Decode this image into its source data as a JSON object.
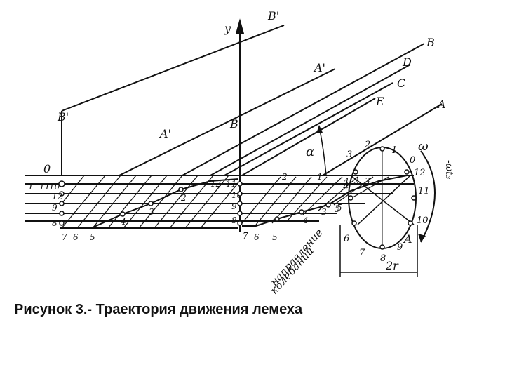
{
  "caption": "Рисунок 3.- Траектория движения лемеха",
  "diagram": {
    "line_labels": {
      "y_axis": "y",
      "b_prime_top": "B'",
      "b_prime_left": "B'",
      "a_prime_mid": "A'",
      "a_prime_low": "A'",
      "b_mid": "B",
      "b_right": "B",
      "d_right": "D",
      "c_right": "C",
      "e_right": "E",
      "a_right": "A",
      "a_circle": "A",
      "alpha": "α",
      "origin": "0",
      "omega": "ω",
      "omega_t": "-ωt₃",
      "two_r": "2r"
    },
    "direction_text": [
      "направление",
      "колебаний"
    ],
    "circle_points": [
      "0",
      "1",
      "2",
      "3",
      "4",
      "5",
      "6",
      "7",
      "8",
      "9",
      "10",
      "11",
      "12"
    ],
    "left_column_points": [
      "1",
      "11",
      "10",
      "12",
      "9",
      "8",
      "7",
      "6",
      "5"
    ],
    "left_row_points": [
      "2",
      "3",
      "4"
    ],
    "mid_column_points": [
      "12",
      "11",
      "10",
      "9",
      "8",
      "7",
      "6",
      "5"
    ],
    "mid_row_points": [
      "4",
      "3",
      "2",
      "1"
    ],
    "right_inner_points": [
      "4",
      "2",
      "3",
      "5"
    ]
  }
}
